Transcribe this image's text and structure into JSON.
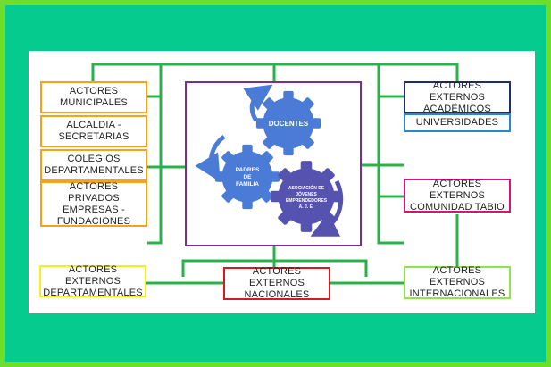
{
  "left": {
    "municipales": "ACTORES MUNICIPALES",
    "alcaldia": "ALCALDIA - SECRETARIAS",
    "colegios": "COLEGIOS DEPARTAMENTALES",
    "privados": "ACTORES PRIVADOS EMPRESAS - FUNDACIONES",
    "departamentales": "ACTORES EXTERNOS DEPARTAMENTALES"
  },
  "right": {
    "academicos": "ACTORES EXTERNOS ACADÉMICOS",
    "universidades": "UNIVERSIDADES",
    "comunidad": "ACTORES EXTERNOS COMUNIDAD TABIO",
    "internacionales": "ACTORES EXTERNOS INTERNACIONALES"
  },
  "bottom": {
    "nacionales": "ACTORES EXTERNOS NACIONALES"
  },
  "gears": {
    "docentes": "DOCENTES",
    "padres_1": "PADRES",
    "padres_2": "DE",
    "padres_3": "FAMILIA",
    "asociacion_1": "ASOCIACIÓN DE",
    "asociacion_2": "JÓVENES",
    "asociacion_3": "EMPRENDEDORES",
    "asociacion_4": "A. J. E."
  },
  "colors": {
    "frame": "#05cc8e",
    "frame_border": "#6dde2c",
    "connector": "#2ab24a",
    "gear_fill": "#4a7bd6",
    "gear_dark": "#5652b0"
  }
}
